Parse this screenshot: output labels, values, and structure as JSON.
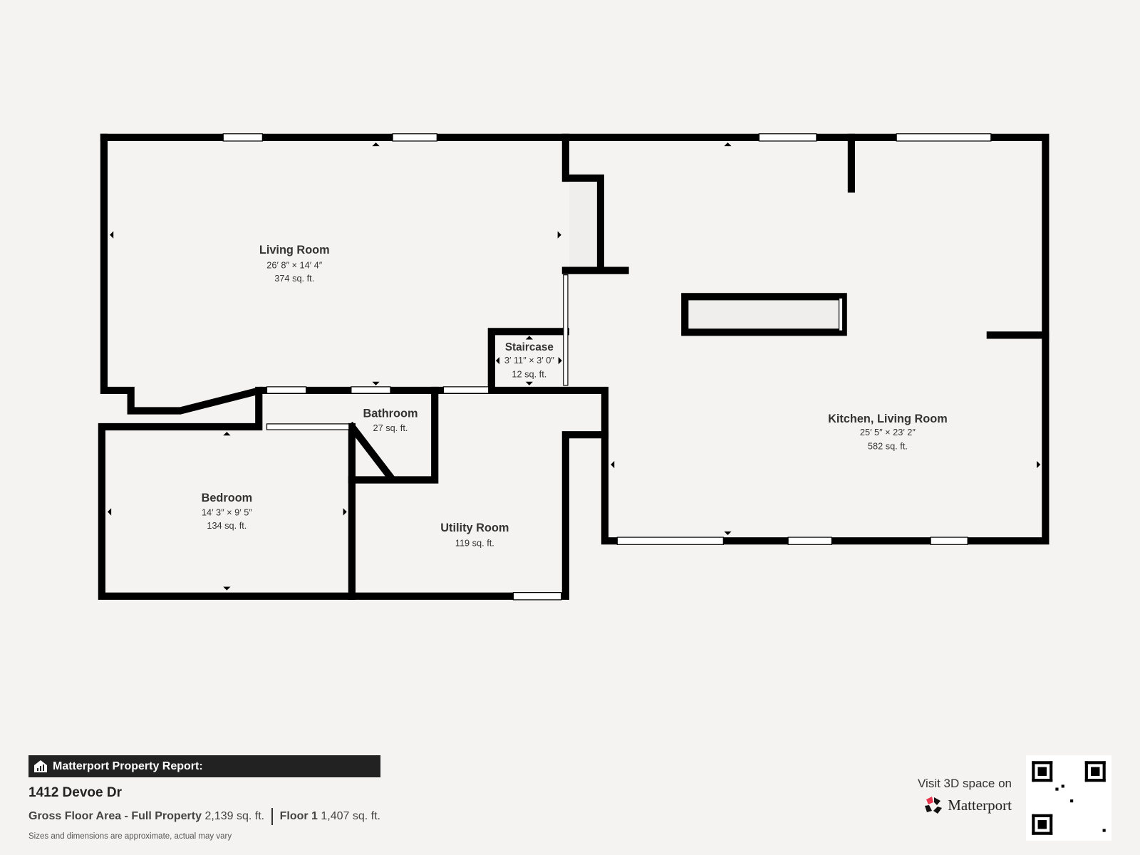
{
  "rooms": {
    "living_room": {
      "name": "Living Room",
      "dims": "26′ 8″ × 14′ 4″",
      "area": "374 sq. ft."
    },
    "staircase": {
      "name": "Staircase",
      "dims": "3′ 11″ × 3′ 0″",
      "area": "12 sq. ft."
    },
    "bathroom": {
      "name": "Bathroom",
      "area": "27 sq. ft."
    },
    "bedroom": {
      "name": "Bedroom",
      "dims": "14′ 3″ × 9′ 5″",
      "area": "134 sq. ft."
    },
    "utility_room": {
      "name": "Utility Room",
      "area": "119 sq. ft."
    },
    "kitchen_living": {
      "name": "Kitchen, Living Room",
      "dims": "25′ 5″ × 23′ 2″",
      "area": "582 sq. ft."
    }
  },
  "footer": {
    "report_title": "Matterport Property Report:",
    "address": "1412 Devoe Dr",
    "gross_label": "Gross Floor Area - Full Property",
    "gross_value": "2,139 sq. ft.",
    "floor_label": "Floor 1",
    "floor_value": "1,407 sq. ft.",
    "disclaimer": "Sizes and dimensions are approximate, actual may vary",
    "visit_text": "Visit 3D space on",
    "brand": "Matterport",
    "brand_color": "#e8364f"
  },
  "colors": {
    "background": "#f4f3f1",
    "walls": "#000000",
    "report_bar": "#222222"
  }
}
